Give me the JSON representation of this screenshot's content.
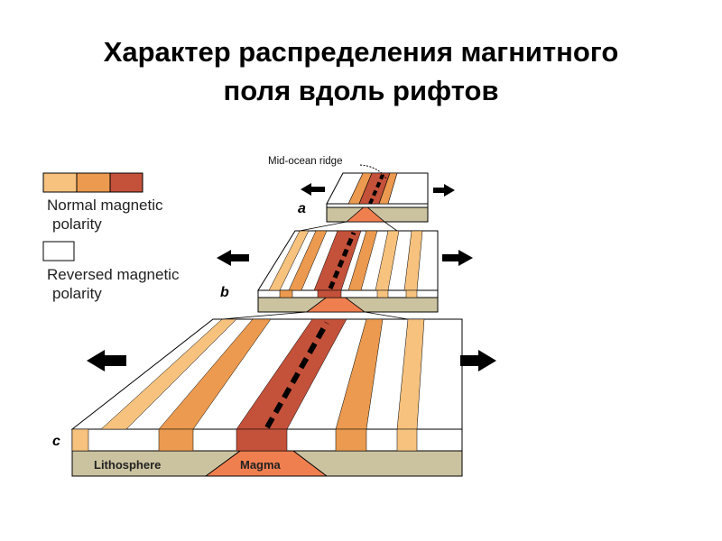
{
  "title": {
    "line1": "Характер распределения магнитного",
    "line2": "поля вдоль рифтов"
  },
  "legend": {
    "normal_line1": "Normal magnetic",
    "normal_line2": "polarity",
    "reversed_line1": "Reversed magnetic",
    "reversed_line2": "polarity"
  },
  "labels": {
    "ridge": "Mid-ocean ridge",
    "lithosphere": "Lithosphere",
    "magma": "Magma",
    "stage_a": "a",
    "stage_b": "b",
    "stage_c": "c"
  },
  "colors": {
    "light_orange": "#f6c27e",
    "orange": "#eb9a4f",
    "dark_red": "#c4513a",
    "lithosphere": "#cbc3a0",
    "magma": "#f07f50",
    "outline": "#000000"
  }
}
